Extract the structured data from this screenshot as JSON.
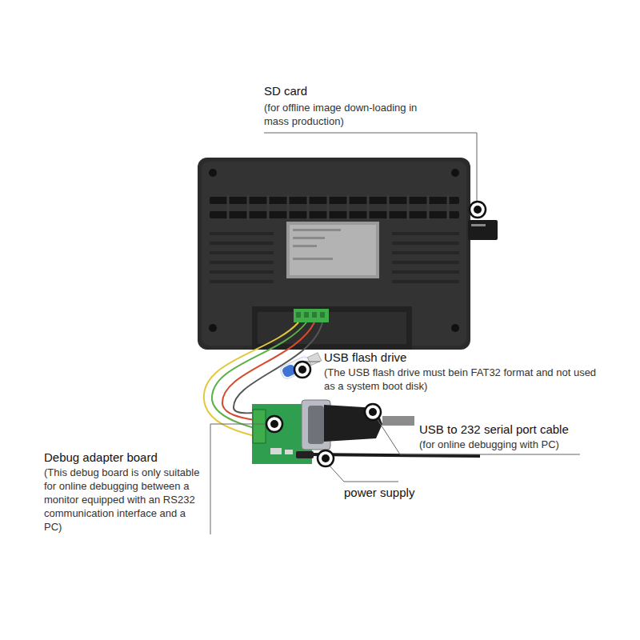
{
  "diagram": {
    "labels": [
      "SD card",
      "(for offline image down-loading in mass production)",
      "USB flash drive",
      "(The USB flash drive must bein FAT32 format and not used as a system boot disk)",
      "USB to 232 serial port cable",
      "(for online debugging with PC)",
      "power supply",
      "Debug adapter board",
      "(This debug board is only suitable for online debugging between a monitor equipped with an RS232 communication interface and a PC)"
    ]
  }
}
